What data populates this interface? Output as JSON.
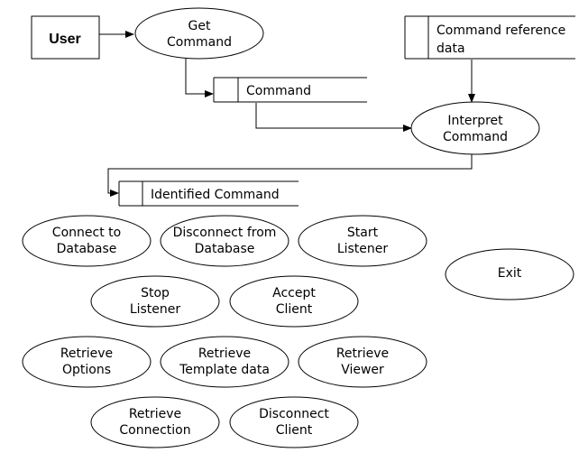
{
  "diagram": {
    "entity": {
      "label": "User"
    },
    "processes": {
      "get_command": {
        "lines": [
          "Get",
          "Command"
        ]
      },
      "interpret_command": {
        "lines": [
          "Interpret",
          "Command"
        ]
      },
      "exit": {
        "lines": [
          "Exit"
        ]
      }
    },
    "data_stores": {
      "command_reference": {
        "lines": [
          "Command reference",
          "data"
        ]
      },
      "command": {
        "label": "Command"
      },
      "identified_command": {
        "label": "Identified Command"
      }
    },
    "commands": [
      {
        "lines": [
          "Connect to",
          "Database"
        ]
      },
      {
        "lines": [
          "Disconnect from",
          "Database"
        ]
      },
      {
        "lines": [
          "Start",
          "Listener"
        ]
      },
      {
        "lines": [
          "Stop",
          "Listener"
        ]
      },
      {
        "lines": [
          "Accept",
          "Client"
        ]
      },
      {
        "lines": [
          "Retrieve",
          "Options"
        ]
      },
      {
        "lines": [
          "Retrieve",
          "Template data"
        ]
      },
      {
        "lines": [
          "Retrieve",
          "Viewer"
        ]
      },
      {
        "lines": [
          "Retrieve",
          "Connection"
        ]
      },
      {
        "lines": [
          "Disconnect",
          "Client"
        ]
      }
    ]
  }
}
